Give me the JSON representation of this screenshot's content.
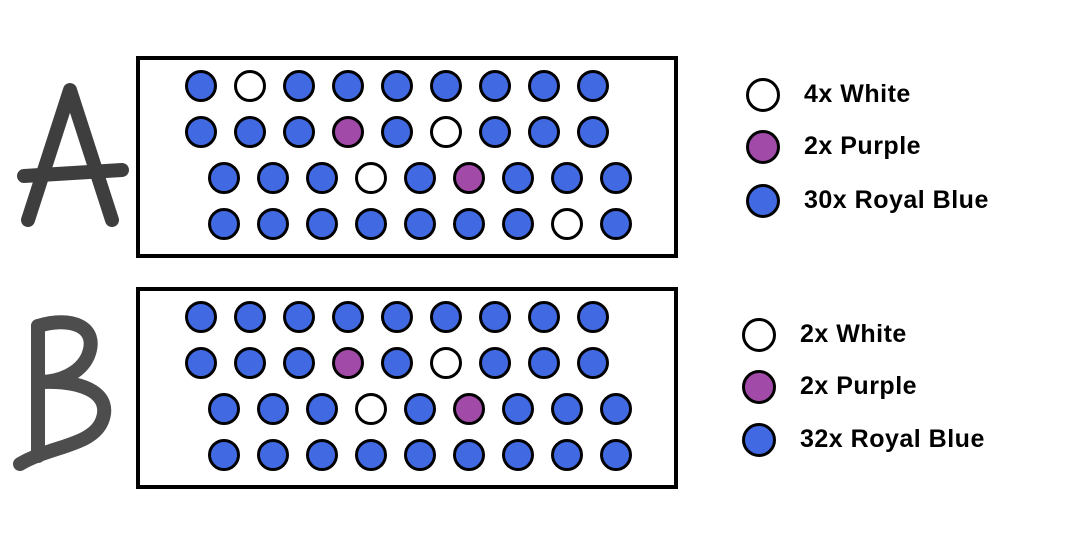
{
  "colors": {
    "white": "#ffffff",
    "purple": "#a24aa8",
    "royal_blue": "#4169e1",
    "outline": "#000000"
  },
  "panels": [
    {
      "id": "a",
      "letter": "A",
      "rows": [
        [
          "blue",
          "white",
          "blue",
          "blue",
          "blue",
          "blue",
          "blue",
          "blue",
          "blue"
        ],
        [
          "blue",
          "blue",
          "blue",
          "purple",
          "blue",
          "white",
          "blue",
          "blue",
          "blue"
        ],
        [
          "blue",
          "blue",
          "blue",
          "white",
          "blue",
          "purple",
          "blue",
          "blue",
          "blue"
        ],
        [
          "blue",
          "blue",
          "blue",
          "blue",
          "blue",
          "blue",
          "blue",
          "white",
          "blue"
        ]
      ],
      "legend": [
        {
          "color": "white",
          "label": "4x White"
        },
        {
          "color": "purple",
          "label": "2x Purple"
        },
        {
          "color": "blue",
          "label": "30x Royal Blue"
        }
      ]
    },
    {
      "id": "b",
      "letter": "B",
      "rows": [
        [
          "blue",
          "blue",
          "blue",
          "blue",
          "blue",
          "blue",
          "blue",
          "blue",
          "blue"
        ],
        [
          "blue",
          "blue",
          "blue",
          "purple",
          "blue",
          "white",
          "blue",
          "blue",
          "blue"
        ],
        [
          "blue",
          "blue",
          "blue",
          "white",
          "blue",
          "purple",
          "blue",
          "blue",
          "blue"
        ],
        [
          "blue",
          "blue",
          "blue",
          "blue",
          "blue",
          "blue",
          "blue",
          "blue",
          "blue"
        ]
      ],
      "legend": [
        {
          "color": "white",
          "label": "2x White"
        },
        {
          "color": "purple",
          "label": "2x Purple"
        },
        {
          "color": "blue",
          "label": "32x Royal Blue"
        }
      ]
    }
  ]
}
